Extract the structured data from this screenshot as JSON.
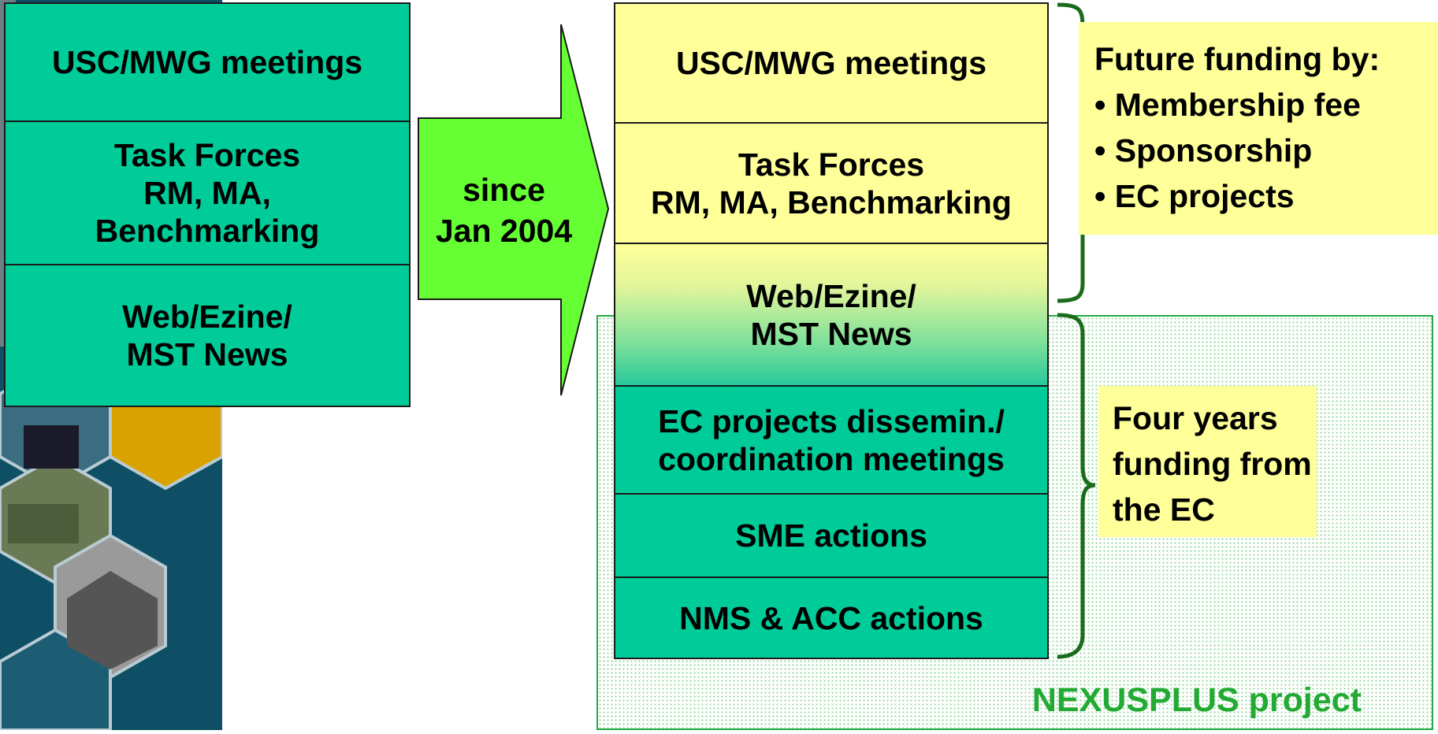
{
  "left_stack": [
    "USC/MWG meetings",
    "Task Forces\nRM, MA,\nBenchmarking",
    "Web/Ezine/\nMST News"
  ],
  "arrow_label": "since\nJan 2004",
  "right_stack": [
    "USC/MWG meetings",
    "Task Forces\nRM, MA, Benchmarking",
    "Web/Ezine/\nMST News",
    "EC projects dissemin./\ncoordination meetings",
    "SME actions",
    "NMS & ACC actions"
  ],
  "future_funding": {
    "title": "Future funding by:",
    "items": [
      "• Membership fee",
      "• Sponsorship",
      "• EC projects"
    ]
  },
  "ec_funding": "Four years\nfunding from\nthe EC",
  "nexus_label": "NEXUSPLUS project",
  "colors": {
    "green": "#00cc99",
    "yellow": "#ffff99",
    "arrow": "#66ff33",
    "nexus": "#22aa33",
    "brace": "#1a6b1a"
  }
}
